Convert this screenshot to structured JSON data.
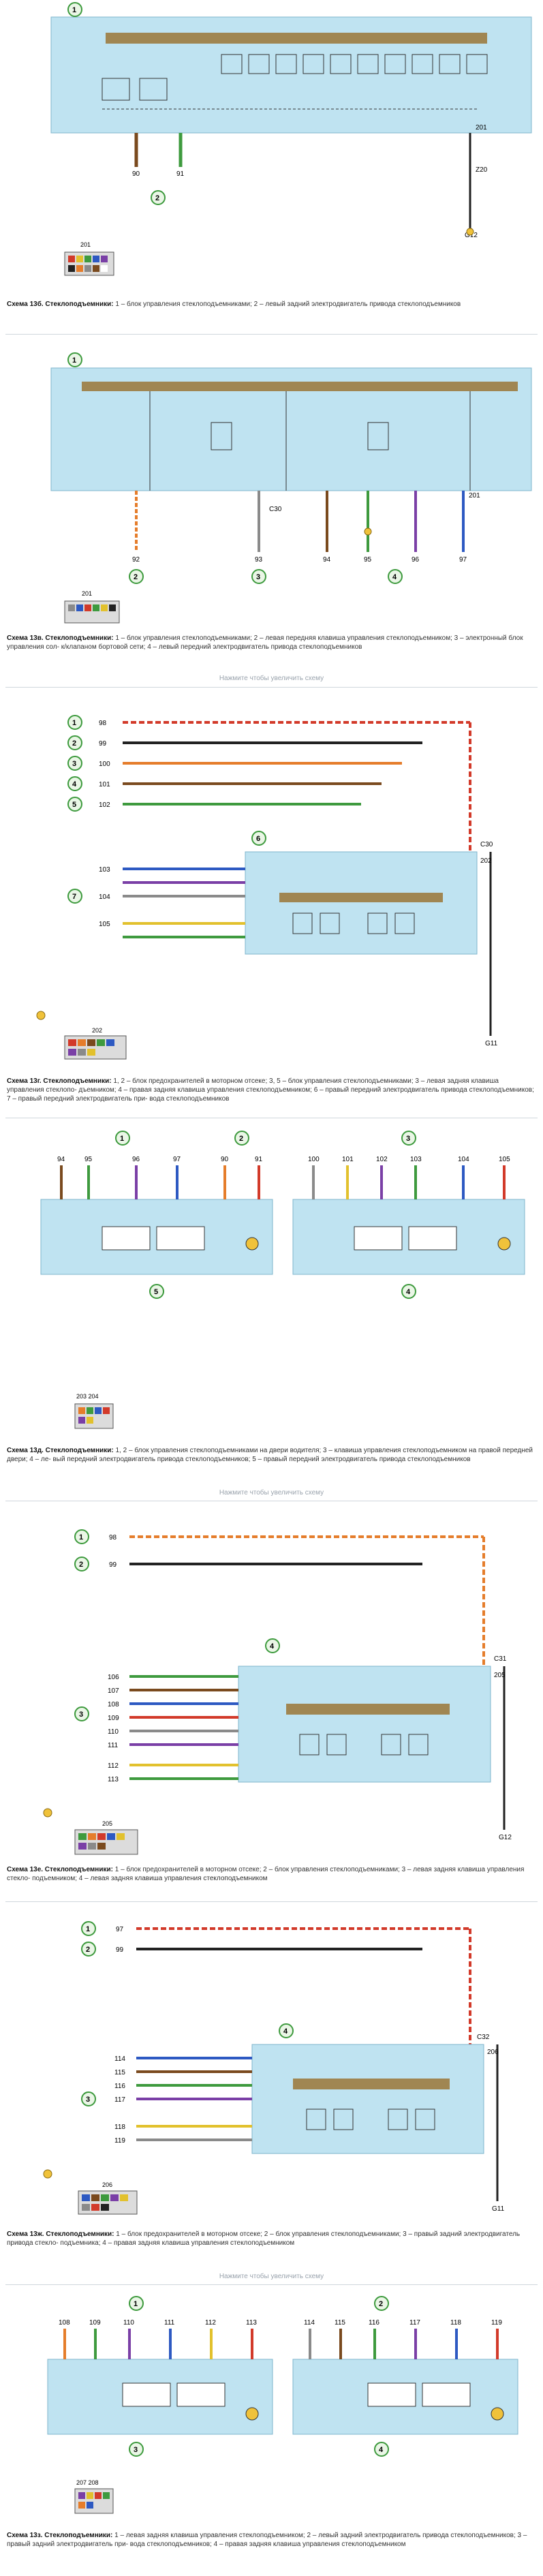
{
  "hint": "Нажмите чтобы увеличить схему",
  "diagrams": [
    {
      "caption_title": "Схема 13б. Стеклоподъемники:",
      "caption_text": "1 – блок управления стеклоподъемниками; 2 – левый задний электродвигатель привода стеклоподъемников",
      "wires": [
        "90",
        "91"
      ],
      "grounds": [
        "201",
        "Z20",
        "G12"
      ],
      "callouts": [
        "1",
        "2"
      ],
      "connector": "201"
    },
    {
      "caption_title": "Схема 13в. Стеклоподъемники:",
      "caption_text": "1 – блок управления стеклоподъемниками; 2 – левая передняя клавиша управления стеклоподъемником; 3 – электронный блок управления сол-\nк/клапаном бортовой сети; 4 – левый передний электродвигатель привода стеклоподъемников",
      "wires": [
        "92",
        "93",
        "94",
        "95",
        "96",
        "97"
      ],
      "grounds": [
        "C30",
        "201"
      ],
      "callouts": [
        "1",
        "2",
        "3",
        "4"
      ],
      "connector": "201"
    },
    {
      "caption_title": "Схема 13г. Стеклоподъемники:",
      "caption_text": "1, 2 – блок предохранителей в моторном отсеке; 3, 5 – блок управления стеклоподъемниками; 3 – левая задняя клавиша управления стеклопо-\nдъемником; 4 – правая задняя клавиша управления стеклоподъемником; 6 – правый передний электродвигатель привода стеклоподъемников; 7 – правый передний электродвигатель при-\nвода стеклоподъемников",
      "wires": [
        "98",
        "99",
        "100",
        "101",
        "102",
        "103",
        "104",
        "105"
      ],
      "grounds": [
        "C30",
        "202",
        "G11"
      ],
      "callouts": [
        "1",
        "2",
        "3",
        "4",
        "5",
        "6",
        "7"
      ],
      "connector": "202"
    },
    {
      "caption_title": "Схема 13д. Стеклоподъемники:",
      "caption_text": "1, 2 – блок управления стеклоподъемниками на двери водителя; 3 – клавиша управления стеклоподъемником на правой передней двери; 4 – ле-\nвый передний электродвигатель привода стеклоподъемников; 5 – правый передний электродвигатель привода стеклоподъемников",
      "wires": [
        "94",
        "95",
        "96",
        "97",
        "90",
        "91",
        "100",
        "101",
        "102",
        "103",
        "104",
        "105"
      ],
      "grounds": [
        "203",
        "204"
      ],
      "callouts": [
        "1",
        "2",
        "3",
        "4",
        "5"
      ],
      "connector": "203  204"
    },
    {
      "caption_title": "Схема 13е. Стеклоподъемники:",
      "caption_text": "1 – блок предохранителей в моторном отсеке; 2 – блок управления стеклоподъемниками; 3 – левая задняя клавиша управления стекло-\nподъемником; 4 – левая задняя клавиша управления стеклоподъемником",
      "wires": [
        "98",
        "99",
        "106",
        "107",
        "108",
        "109",
        "110",
        "111",
        "112",
        "113"
      ],
      "grounds": [
        "C31",
        "205",
        "G12"
      ],
      "callouts": [
        "1",
        "2",
        "3",
        "4"
      ],
      "connector": "205"
    },
    {
      "caption_title": "Схема 13ж. Стеклоподъемники:",
      "caption_text": "1 – блок предохранителей в моторном отсеке; 2 – блок управления стеклоподъемниками; 3 – правый задний электродвигатель привода стекло-\nподъемника; 4 – правая задняя клавиша управления стеклоподъемником",
      "wires": [
        "97",
        "99",
        "114",
        "115",
        "116",
        "117",
        "118",
        "119"
      ],
      "grounds": [
        "C32",
        "206",
        "G11"
      ],
      "callouts": [
        "1",
        "2",
        "3",
        "4"
      ],
      "connector": "206"
    },
    {
      "caption_title": "Схема 13з. Стеклоподъемники:",
      "caption_text": "1 – левая задняя клавиша управления стеклоподъемником; 2 – левый задний электродвигатель привода стеклоподъемников; 3 – правый задний электродвигатель при-\nвода стеклоподъемников; 4 – правая задняя клавиша управления стеклоподъемником",
      "wires": [
        "108",
        "109",
        "110",
        "111",
        "112",
        "113",
        "114",
        "115",
        "116",
        "117",
        "118",
        "119"
      ],
      "grounds": [
        "207",
        "208"
      ],
      "callouts": [
        "1",
        "2",
        "3",
        "4"
      ],
      "connector": "207  208"
    }
  ],
  "colors": {
    "module_fill": "#bfe3f1",
    "module_edge": "#7fb5cc",
    "bar": "#a08652",
    "ground": "#f0c23a",
    "callout_ring": "#3d9a3d",
    "callout_fill": "#eaf6e6",
    "wire_orange": "#e57d2b",
    "wire_red": "#d23a2a",
    "wire_black": "#222222",
    "wire_brown": "#7a4a1e",
    "wire_green": "#3e9a3e",
    "wire_blue": "#2d59c2",
    "wire_violet": "#7a3fa6",
    "wire_grey": "#8a8a8a",
    "wire_yellow": "#e2c12d"
  }
}
